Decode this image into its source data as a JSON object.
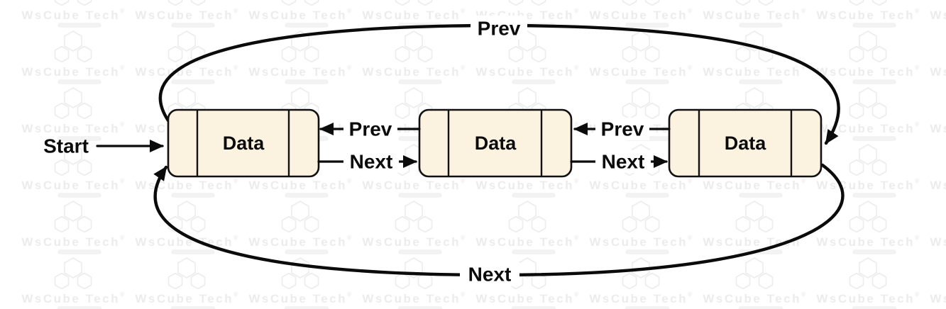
{
  "diagram": {
    "nodes": [
      {
        "label": "Data"
      },
      {
        "label": "Data"
      },
      {
        "label": "Data"
      }
    ],
    "labels": {
      "start": "Start",
      "prev": "Prev",
      "next": "Next",
      "top_arc": "Prev",
      "bottom_arc": "Next"
    },
    "colors": {
      "node_fill": "#FCF2E0",
      "line": "#0b0b0b"
    }
  },
  "watermark": {
    "text": "WsCube Tech",
    "reg": "®"
  }
}
